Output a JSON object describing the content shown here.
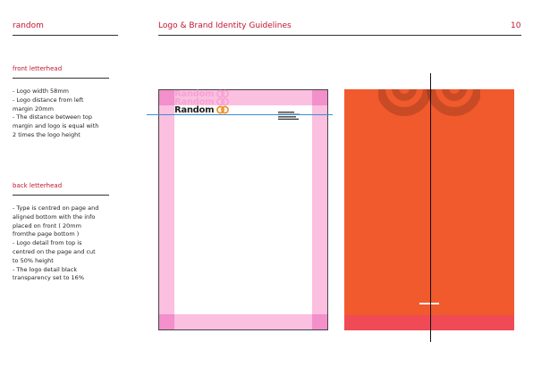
{
  "header": {
    "brand": "random",
    "title": "Logo & Brand Identity Guidelines",
    "page_number": "10"
  },
  "sections": [
    {
      "title": "front letterhead",
      "lines": [
        "- Logo width 58mm",
        "- Logo distance from left",
        "margin 20mm",
        "- The distance between top",
        "margin and logo is equal with",
        "2 times the logo height"
      ]
    },
    {
      "title": "back letterhead",
      "lines": [
        "- Type is centred on page and",
        "aligned bottom with the info",
        "placed on front ( 20mm",
        "fromthe page bottom )",
        "- Logo detail from top is",
        "centred on the page and cut",
        "to 50% height",
        "- The logo detail black",
        "transparency set to 16%"
      ]
    }
  ],
  "front_mock": {
    "logo_text": "Random"
  },
  "colors": {
    "accent": "#c0152f",
    "pink_margin": "#fbbfe0",
    "pink_corner": "#f38fca",
    "orange": "#f05a2d",
    "coral_band": "#f04a56",
    "guide_line": "#3a8fd0",
    "logo_orange": "#f08a1c"
  }
}
